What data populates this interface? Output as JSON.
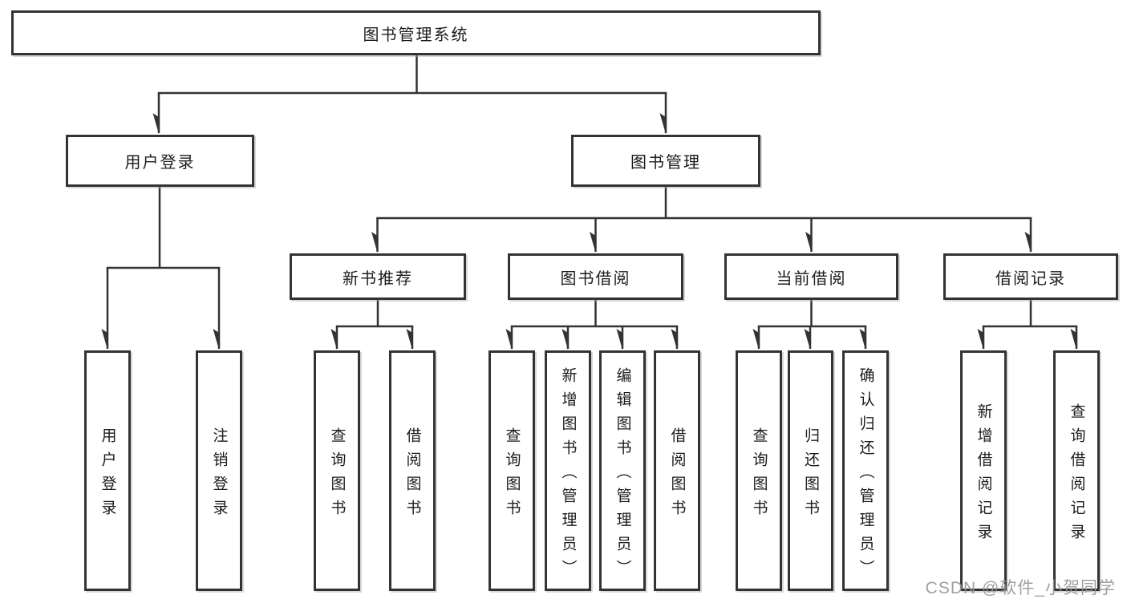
{
  "tree": {
    "root": "图书管理系统",
    "branches": [
      {
        "label": "用户登录",
        "children": [
          "用户登录",
          "注销登录"
        ]
      },
      {
        "label": "图书管理",
        "children": [
          {
            "label": "新书推荐",
            "children": [
              "查询图书",
              "借阅图书"
            ]
          },
          {
            "label": "图书借阅",
            "children": [
              "查询图书",
              "新增图书（管理员）",
              "编辑图书（管理员）",
              "借阅图书"
            ]
          },
          {
            "label": "当前借阅",
            "children": [
              "查询图书",
              "归还图书",
              "确认归还（管理员）"
            ]
          },
          {
            "label": "借阅记录",
            "children": [
              "新增借阅记录",
              "查询借阅记录"
            ]
          }
        ]
      }
    ]
  },
  "watermark": {
    "text": "CSDN @软件_小贺同学"
  },
  "colors": {
    "line": "#333333",
    "box_border": "#333333",
    "text": "#1c1c1c",
    "background": "#ffffff",
    "watermark": "#969696"
  }
}
